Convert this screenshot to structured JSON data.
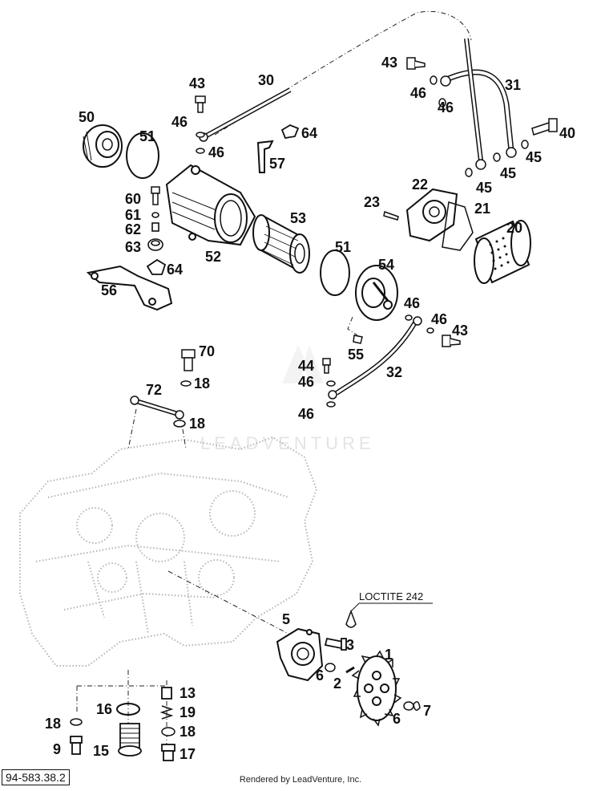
{
  "callouts": {
    "c1": "1",
    "c2": "2",
    "c3": "3",
    "c5": "5",
    "c6a": "6",
    "c6b": "6",
    "c7": "7",
    "c9": "9",
    "c13": "13",
    "c15": "15",
    "c16": "16",
    "c17": "17",
    "c18a": "18",
    "c18b": "18",
    "c18c": "18",
    "c18d": "18",
    "c19": "19",
    "c20": "20",
    "c21": "21",
    "c22": "22",
    "c23": "23",
    "c30": "30",
    "c31": "31",
    "c32": "32",
    "c40": "40",
    "c43a": "43",
    "c43b": "43",
    "c43c": "43",
    "c44": "44",
    "c45a": "45",
    "c45b": "45",
    "c45c": "45",
    "c46a": "46",
    "c46b": "46",
    "c46c": "46",
    "c46d": "46",
    "c46e": "46",
    "c46f": "46",
    "c46g": "46",
    "c46h": "46",
    "c50": "50",
    "c51a": "51",
    "c51b": "51",
    "c52": "52",
    "c53": "53",
    "c54": "54",
    "c55": "55",
    "c56": "56",
    "c57": "57",
    "c60": "60",
    "c61": "61",
    "c62": "62",
    "c63": "63",
    "c64a": "64",
    "c64b": "64",
    "c70": "70",
    "c72": "72"
  },
  "loctite_note": "LOCTITE 242",
  "watermark": "LEADVENTURE",
  "diagram_ref": "94-583.38.2",
  "footer_text": "Rendered by LeadVenture, Inc."
}
